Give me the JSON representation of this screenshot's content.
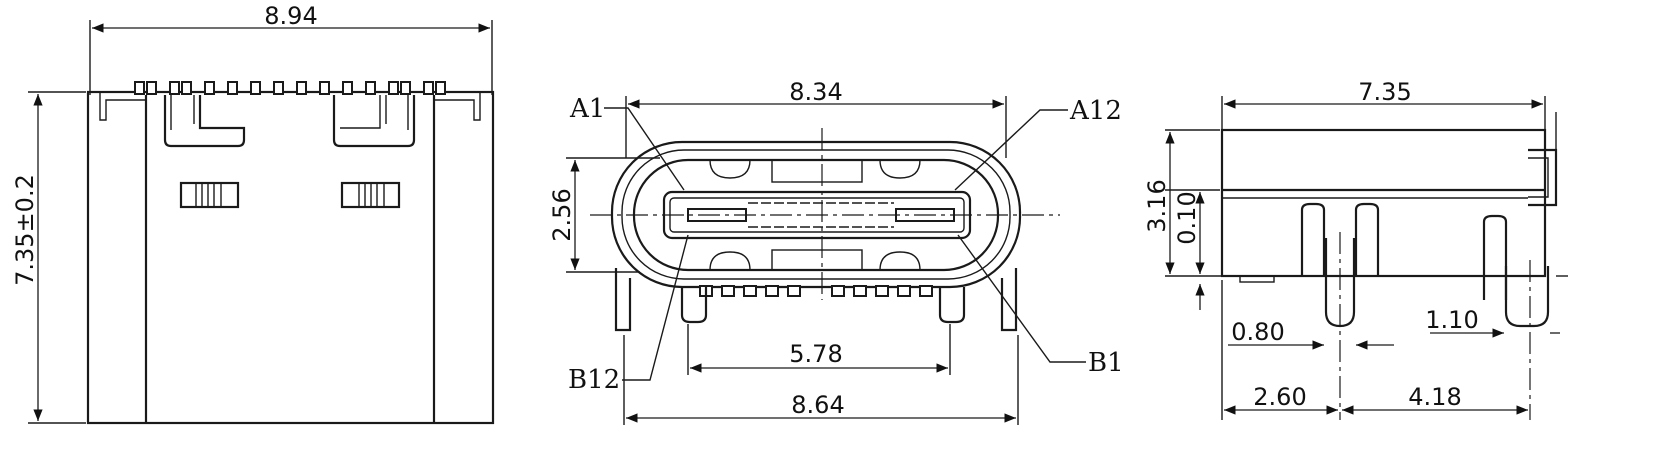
{
  "top_view": {
    "width_label": "8.94",
    "height_label": "7.35±0.2"
  },
  "front_view": {
    "width_top_label": "8.34",
    "height_label": "2.56",
    "pitch_label": "5.78",
    "width_bottom_label": "8.64",
    "pins": {
      "a1": "A1",
      "a12": "A12",
      "b12": "B12",
      "b1": "B1"
    }
  },
  "side_view": {
    "length_label": "7.35",
    "height_label": "3.16",
    "offset_label": "0.10",
    "tail_label": "0.80",
    "leg_label": "1.10",
    "left_pitch_label": "2.60",
    "right_pitch_label": "4.18"
  }
}
